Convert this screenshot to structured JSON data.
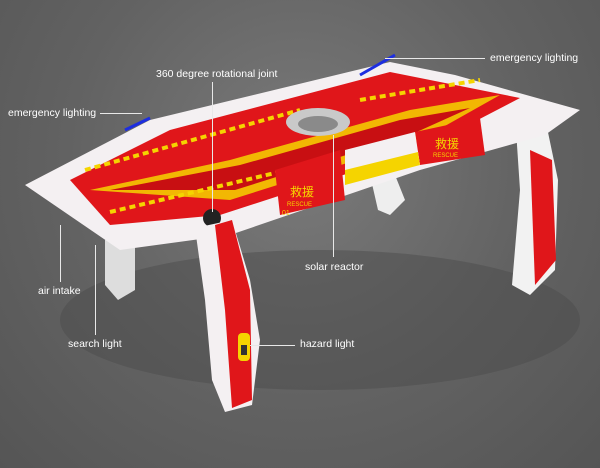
{
  "labels": {
    "emergency_lighting_right": "emergency lighting",
    "rotational_joint": "360 degree rotational joint",
    "emergency_lighting_left": "emergency lighting",
    "solar_reactor": "solar reactor",
    "air_intake": "air intake",
    "search_light": "search light",
    "hazard_light": "hazard light"
  },
  "markings": {
    "chinese": "救援",
    "rescue": "RESCUE",
    "unit_number": "01"
  },
  "colors": {
    "background": "#626262",
    "body_red": "#e0161a",
    "body_white": "#f4f0f2",
    "stripe_yellow": "#f5d400",
    "label_text": "#ffffff"
  }
}
